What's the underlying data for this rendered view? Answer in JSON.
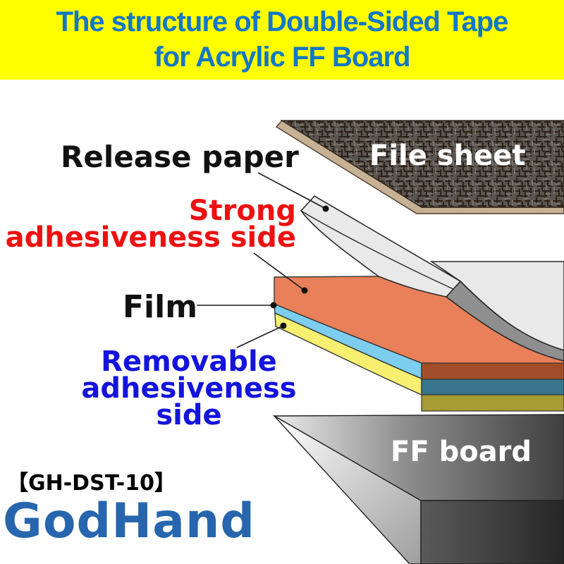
{
  "header": {
    "line1": "The structure of Double-Sided Tape",
    "line2": "for Acrylic FF Board",
    "bg_color": "#FFFF00",
    "text_color": "#1377C6"
  },
  "labels": {
    "release_paper": "Release paper",
    "strong_line1": "Strong",
    "strong_line2": "adhesiveness side",
    "film": "Film",
    "removable_line1": "Removable",
    "removable_line2": "adhesiveness side",
    "file_sheet": "File sheet",
    "ff_board": "FF board"
  },
  "footer": {
    "model_code": "【GH-DST-10】",
    "brand": "GodHand",
    "brand_color": "#2766AE"
  },
  "colors": {
    "strong_label": "#EE1111",
    "removable_label": "#1414DC",
    "strong_top": "#E9805A",
    "strong_front": "#A34D28",
    "film_top": "#7DCDEF",
    "film_front": "#38768D",
    "removable_top": "#F7EF6F",
    "removable_front": "#A79B33",
    "paper": "#E9E9E9",
    "paper_fold": "#8F8F8F",
    "sheet_base": "#5A5550",
    "sheet_edge": "#C7B194"
  }
}
